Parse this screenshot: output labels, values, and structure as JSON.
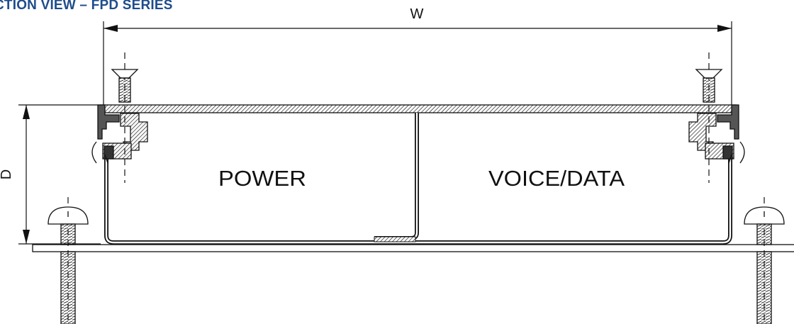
{
  "title": "CTION VIEW – FPD SERIES",
  "labels": {
    "width": "W",
    "depth": "D",
    "left_compartment": "POWER",
    "right_compartment": "VOICE/DATA"
  },
  "colors": {
    "title": "#1e4c8c",
    "line": "#111111",
    "background": "#ffffff"
  }
}
